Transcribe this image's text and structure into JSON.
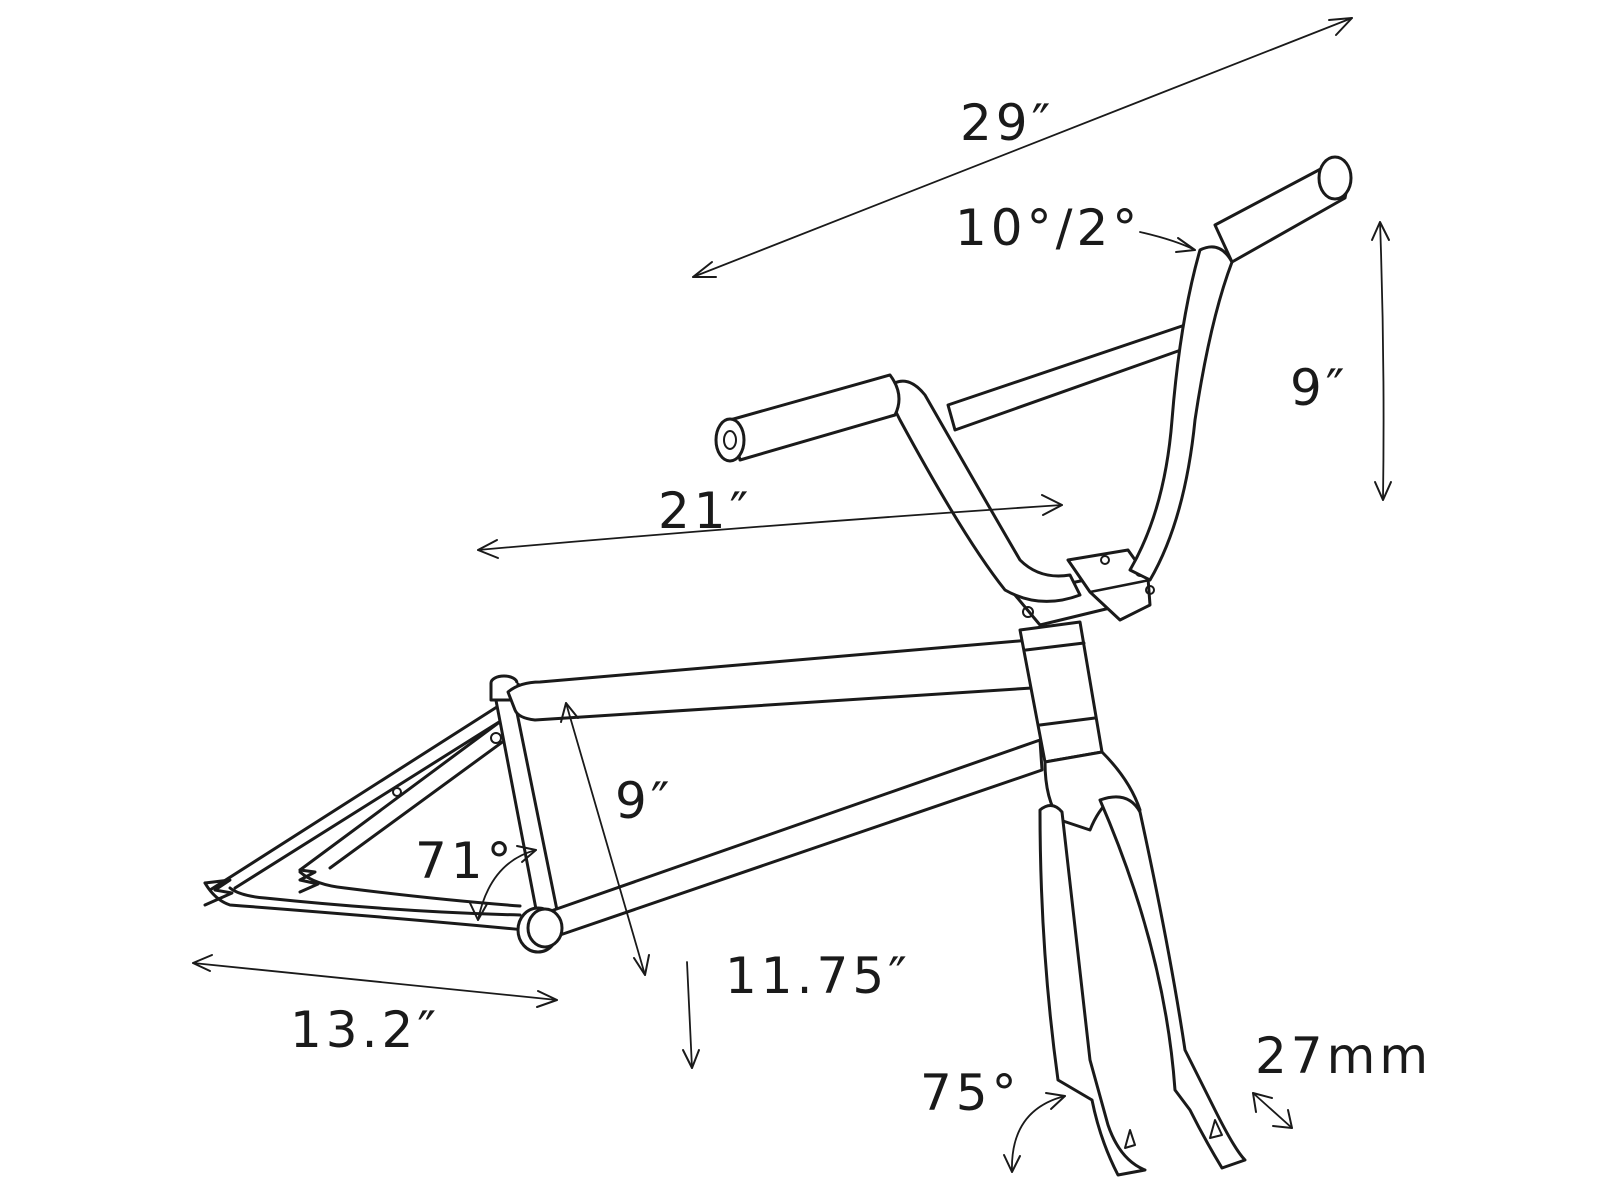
{
  "diagram": {
    "measurements": [
      {
        "id": "bar-width",
        "text": "29″"
      },
      {
        "id": "bar-sweep",
        "text": "10°/2°"
      },
      {
        "id": "bar-rise",
        "text": "9″"
      },
      {
        "id": "top-tube",
        "text": "21″"
      },
      {
        "id": "seat-tube",
        "text": "9″"
      },
      {
        "id": "seat-angle",
        "text": "71°"
      },
      {
        "id": "chainstay",
        "text": "13.2″"
      },
      {
        "id": "bb-height",
        "text": "11.75″"
      },
      {
        "id": "head-angle",
        "text": "75°"
      },
      {
        "id": "fork-offset",
        "text": "27mm"
      }
    ]
  }
}
